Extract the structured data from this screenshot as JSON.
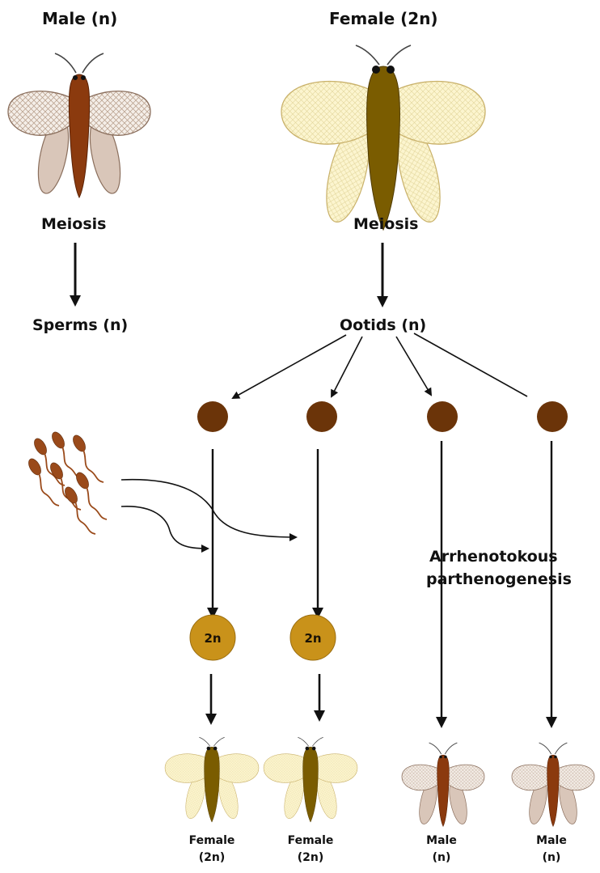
{
  "labels": {
    "male_parent": "Male (n)",
    "female_parent": "Female (2n)",
    "meiosis_male": "Meiosis",
    "meiosis_female": "Meiosis",
    "sperms": "Sperms (n)",
    "ootids": "Ootids (n)",
    "zygote": "2n",
    "process_line1": "Arrhenotokous",
    "process_line2": "parthenogenesis"
  },
  "offspring": [
    {
      "line1": "Female",
      "line2": "(2n)"
    },
    {
      "line1": "Female",
      "line2": "(2n)"
    },
    {
      "line1": "Male",
      "line2": "(n)"
    },
    {
      "line1": "Male",
      "line2": "(n)"
    }
  ],
  "colors": {
    "male_body": "#8b3a0e",
    "male_wing": "#f3ece6",
    "male_hindwing": "#d9c6b9",
    "female_body": "#7a5c00",
    "female_wing": "#fbf3c7",
    "female_wing_edge": "#d6c27a",
    "ootid": "#6b3409",
    "zygote": "#c9921a",
    "sperm": "#9a4a1a",
    "arrow": "#111111"
  },
  "icons": [
    "male-insect-icon",
    "female-insect-icon",
    "sperm-cluster-icon",
    "ootid-cell-icon",
    "zygote-cell-icon"
  ]
}
